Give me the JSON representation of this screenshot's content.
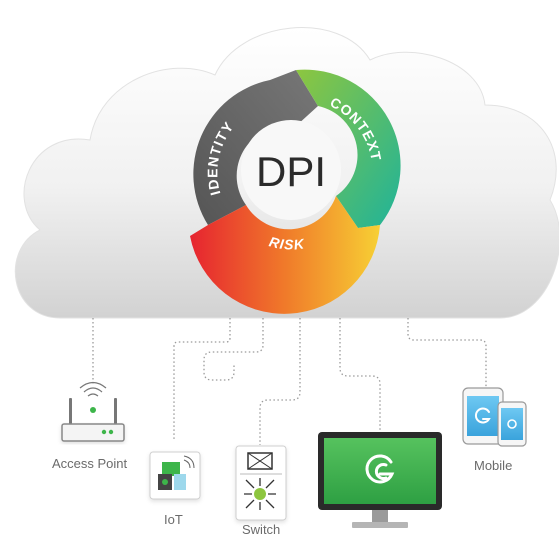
{
  "cycle": {
    "center_label": "DPI",
    "segments": [
      {
        "label": "IDENTITY",
        "color_from": "#5a5a5a",
        "color_to": "#6e6e6e"
      },
      {
        "label": "CONTEXT",
        "color_from": "#8dc63f",
        "color_to": "#1fb39a"
      },
      {
        "label": "RISK",
        "color_from": "#e62430",
        "color_to": "#f7d034"
      }
    ]
  },
  "devices": {
    "access_point": {
      "label": "Access Point"
    },
    "iot": {
      "label": "IoT"
    },
    "switch": {
      "label": "Switch"
    },
    "desktop": {
      "label": ""
    },
    "mobile": {
      "label": "Mobile"
    }
  },
  "colors": {
    "cloud_light": "#fafafa",
    "cloud_dark": "#cfcfcf",
    "brand_green": "#3db54a",
    "connector": "#9a9a9a"
  }
}
